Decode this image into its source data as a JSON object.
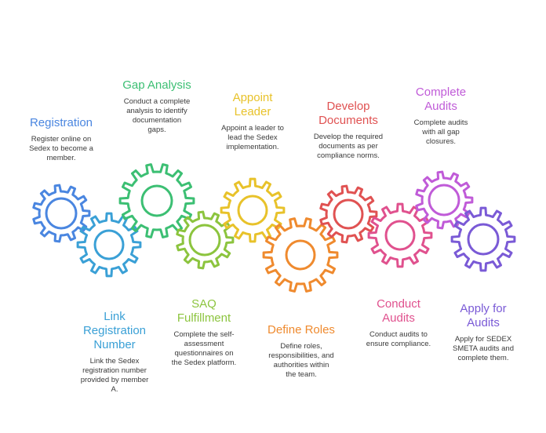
{
  "steps": [
    {
      "key": "registration",
      "title": "Registration",
      "description": "Register online on\nSedex to become a\nmember.",
      "color": "#4a86e0"
    },
    {
      "key": "link",
      "title": "Link\nRegistration\nNumber",
      "description": "Link the Sedex\nregistration number\nprovided by member\nA.",
      "color": "#3aa0d6"
    },
    {
      "key": "gap",
      "title": "Gap Analysis",
      "description": "Conduct a complete\nanalysis to identify\ndocumentation\ngaps.",
      "color": "#3cbf73"
    },
    {
      "key": "saq",
      "title": "SAQ\nFulfillment",
      "description": "Complete the self-\nassessment\nquestionnaires on\nthe Sedex platform.",
      "color": "#8cc43e"
    },
    {
      "key": "appoint",
      "title": "Appoint\nLeader",
      "description": "Appoint a leader to\nlead the Sedex\nimplementation.",
      "color": "#e8c22a"
    },
    {
      "key": "define",
      "title": "Define Roles",
      "description": "Define roles,\nresponsibilities, and\nauthorities within\nthe team.",
      "color": "#ef8a2e"
    },
    {
      "key": "develop",
      "title": "Develop\nDocuments",
      "description": "Develop the required\ndocuments as per\ncompliance norms.",
      "color": "#e05252"
    },
    {
      "key": "conduct",
      "title": "Conduct\nAudits",
      "description": "Conduct audits to\nensure compliance.",
      "color": "#e0518e"
    },
    {
      "key": "complete",
      "title": "Complete\nAudits",
      "description": "Complete audits\nwith all gap\nclosures.",
      "color": "#c05bd8"
    },
    {
      "key": "apply",
      "title": "Apply for\nAudits",
      "description": "Apply for SEDEX\nSMETA audits and\ncomplete them.",
      "color": "#7a5ad6"
    }
  ]
}
